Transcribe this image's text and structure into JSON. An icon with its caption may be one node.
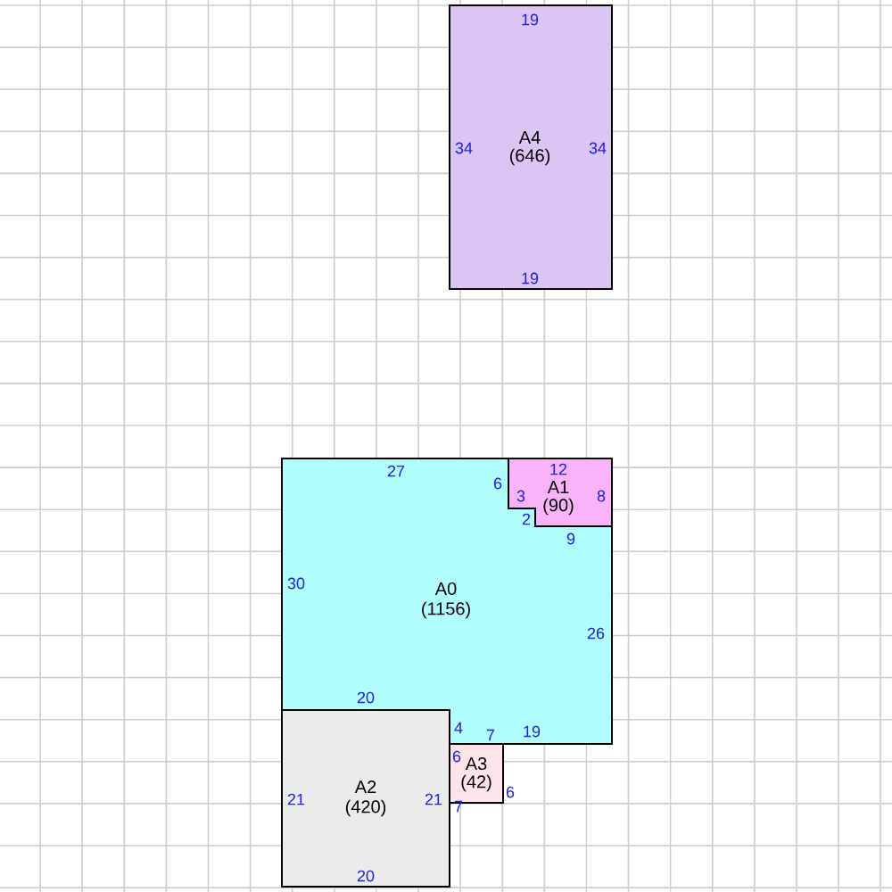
{
  "diagram": {
    "nodes": [
      {
        "text": [
          "19",
          "A4",
          "34",
          "34",
          "(646)",
          "19"
        ]
      },
      {
        "text": [
          "27",
          "30",
          "A0",
          "(1156)",
          "26",
          "20",
          "4",
          "19"
        ]
      },
      {
        "text": [
          "12",
          "6",
          "A1",
          "3",
          "8",
          "(90)",
          "2",
          "9"
        ]
      },
      {
        "text": [
          "A2",
          "21",
          "21",
          "(420)",
          "20"
        ]
      },
      {
        "text": [
          "7",
          "6",
          "A3",
          "(42)",
          "6",
          "7"
        ]
      }
    ]
  }
}
